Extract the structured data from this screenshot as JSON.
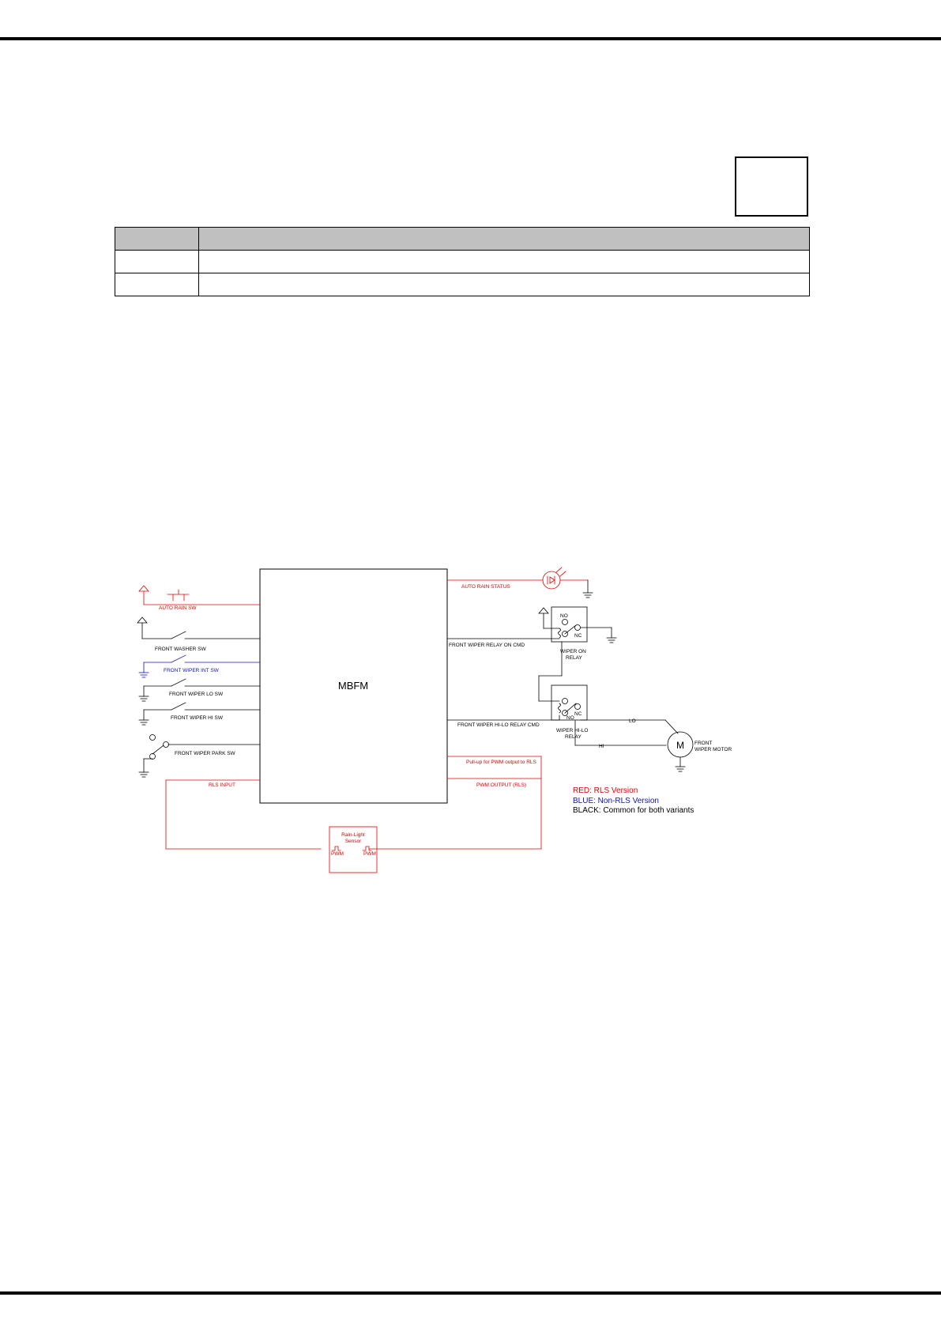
{
  "diagram": {
    "block": "MBFM",
    "inputs": {
      "auto_rain_sw": "AUTO RAIN SW",
      "front_washer_sw": "FRONT WASHER SW",
      "front_wiper_int_sw": "FRONT WIPER INT SW",
      "front_wiper_lo_sw": "FRONT WIPER LO SW",
      "front_wiper_hi_sw": "FRONT WIPER HI SW",
      "front_wiper_park_sw": "FRONT WIPER PARK SW",
      "rls_input": "RLS INPUT"
    },
    "outputs": {
      "auto_rain_status": "AUTO RAIN STATUS",
      "front_wiper_relay_on_cmd": "FRONT WIPER RELAY ON CMD",
      "front_wiper_hi_lo_relay_cmd": "FRONT WIPER HI-LO RELAY CMD",
      "pull_up_note": "Pull-up for PWM output to RLS",
      "pwm_output_rls": "PWM OUTPUT (RLS)"
    },
    "relays": {
      "wiper_on_line1": "WIPER ON",
      "wiper_on_line2": "RELAY",
      "wiper_hilo_line1": "WIPER HI-LO",
      "wiper_hilo_line2": "RELAY",
      "contact_no": "NO",
      "contact_nc": "NC"
    },
    "motor": {
      "symbol": "M",
      "label_line1": "FRONT",
      "label_line2": "WIPER MOTOR",
      "lo": "LO",
      "hi": "HI"
    },
    "sensor": {
      "line1": "Rain-Light",
      "line2": "Sensor",
      "pin_left": "PWM",
      "pin_right": "PWM"
    },
    "legend": {
      "red": "RED: RLS Version",
      "blue": "BLUE: Non-RLS Version",
      "black": "BLACK: Common for both variants"
    },
    "colors": {
      "red": "#e00000",
      "blue": "#1010c0",
      "black": "#000000"
    }
  }
}
